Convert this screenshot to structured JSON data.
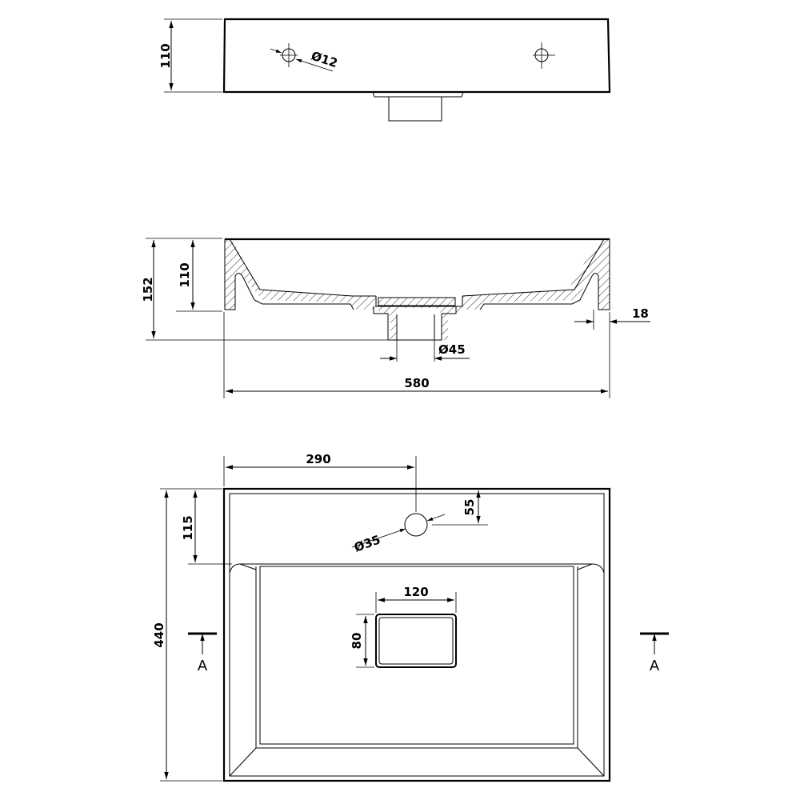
{
  "top_view": {
    "height_dim": "110",
    "tap_hole_dim": "Ø12"
  },
  "section_view": {
    "total_height_dim": "152",
    "basin_height_dim": "110",
    "wall_dim": "18",
    "drain_dim": "Ø45",
    "width_dim": "580"
  },
  "plan_view": {
    "faucet_offset_dim": "290",
    "faucet_from_back_dim": "55",
    "faucet_hole_dim": "Ø35",
    "deck_depth_dim": "115",
    "drain_width_dim": "120",
    "drain_depth_dim": "80",
    "depth_dim": "440",
    "section_mark_left": "A",
    "section_mark_right": "A"
  }
}
